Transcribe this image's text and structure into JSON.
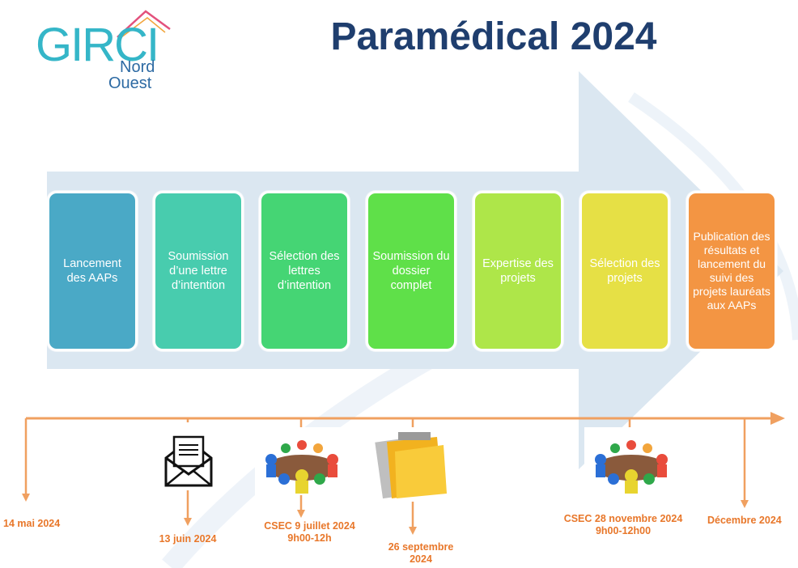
{
  "title": "Paramédical 2024",
  "logo": {
    "main": "GIRCI",
    "line1": "Nord",
    "line2": "Ouest"
  },
  "steps": [
    {
      "label": "Lancement des AAPs",
      "color": "#4aa9c6"
    },
    {
      "label": "Soumission d’une lettre d’intention",
      "color": "#48ccae"
    },
    {
      "label": "Sélection des lettres d’intention",
      "color": "#45d574"
    },
    {
      "label": "Soumission du dossier complet",
      "color": "#5fe049"
    },
    {
      "label": "Expertise des projets",
      "color": "#aee649"
    },
    {
      "label": "Sélection des projets",
      "color": "#e6e045"
    },
    {
      "label": "Publication des résultats et lancement du suivi des projets lauréats aux AAPs",
      "color": "#f39543"
    }
  ],
  "timeline": {
    "d1": "14 mai 2024",
    "d2": "13 juin 2024",
    "d3": "CSEC 9 juillet 2024\n9h00-12h",
    "d4": "26 septembre\n2024",
    "d5": "CSEC 28 novembre 2024\n9h00-12h00",
    "d6": "Décembre 2024"
  },
  "icons": [
    "envelope-icon",
    "meeting-icon",
    "folder-icon",
    "meeting-icon"
  ]
}
